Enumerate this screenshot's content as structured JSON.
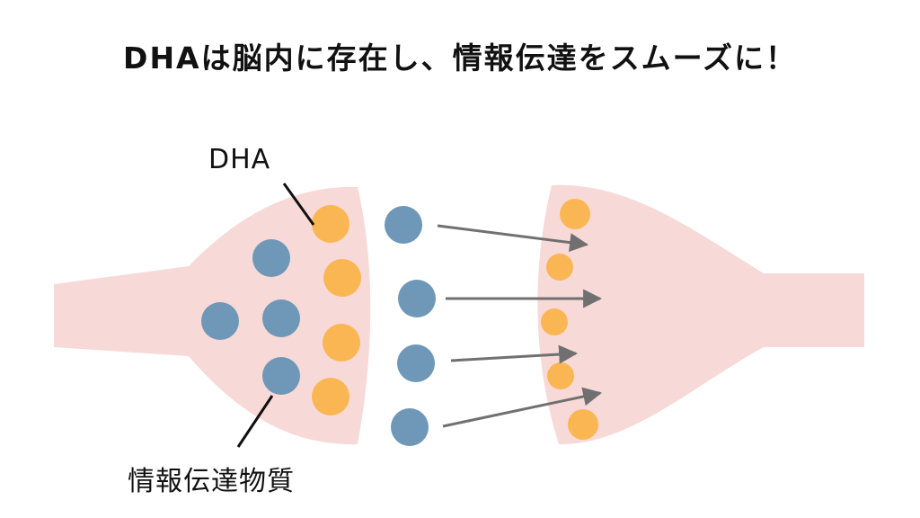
{
  "title": "DHAは脳内に存在し、情報伝達をスムーズに！",
  "labels": {
    "dha": "DHA",
    "neurotransmitter": "情報伝達物質"
  },
  "colors": {
    "neuron": "#f7d9d7",
    "dha_vesicle": "#fbb654",
    "neurotransmitter": "#6f97b7",
    "arrow": "#707070",
    "leader_line": "#111111",
    "text": "#111111"
  }
}
